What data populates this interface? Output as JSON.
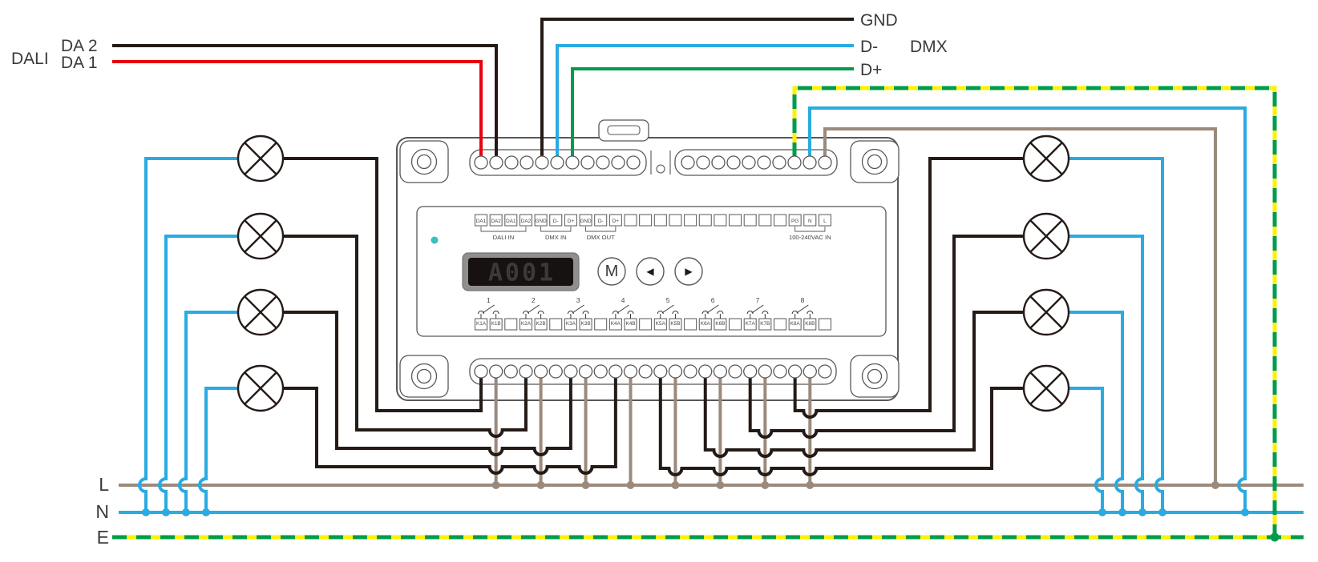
{
  "colors": {
    "wire_black": "#241a16",
    "wire_red": "#e8000e",
    "wire_blue": "#29abe2",
    "wire_green": "#009c49",
    "wire_yellow": "#fff100",
    "wire_brown": "#9b8a7c",
    "outline": "#595757",
    "led": "#3bbdc4",
    "display_digits": "#2b9fe0",
    "display_screen": "#17110f",
    "display_bezel": "#8f8f8f"
  },
  "labels": {
    "dali_group": "DALI",
    "da2": "DA 2",
    "da1": "DA 1",
    "gnd": "GND",
    "d_minus": "D-",
    "d_plus": "D+",
    "dmx_group": "DMX",
    "bus_l": "L",
    "bus_n": "N",
    "bus_e": "E"
  },
  "device": {
    "display_value": "A001",
    "buttons": [
      {
        "name": "mode-button",
        "label": "M"
      },
      {
        "name": "prev-button",
        "label": "◀"
      },
      {
        "name": "next-button",
        "label": "▶"
      }
    ],
    "top_terminal_boxes": [
      "DA1",
      "DA2",
      "DA1",
      "DA2",
      "GND",
      "D-",
      "D+",
      "GND",
      "D-",
      "D+",
      "",
      "",
      "",
      "",
      "",
      "",
      "",
      "",
      "",
      "",
      "",
      "PG",
      "N",
      "L"
    ],
    "terminal_groups": [
      {
        "label": "DALI IN",
        "from": 0,
        "to": 3
      },
      {
        "label": "DMX IN",
        "from": 4,
        "to": 6
      },
      {
        "label": "DMX OUT",
        "from": 7,
        "to": 9
      },
      {
        "label": "100-240VAC IN",
        "from": 21,
        "to": 23
      }
    ],
    "relay_channels": [
      {
        "number": "1",
        "a": "K1A",
        "b": "K1B"
      },
      {
        "number": "2",
        "a": "K2A",
        "b": "K2B"
      },
      {
        "number": "3",
        "a": "K3A",
        "b": "K3B"
      },
      {
        "number": "4",
        "a": "K4A",
        "b": "K4B"
      },
      {
        "number": "5",
        "a": "K5A",
        "b": "K5B"
      },
      {
        "number": "6",
        "a": "K6A",
        "b": "K6B"
      },
      {
        "number": "7",
        "a": "K7A",
        "b": "K7B"
      },
      {
        "number": "8",
        "a": "K8A",
        "b": "K8B"
      }
    ]
  }
}
